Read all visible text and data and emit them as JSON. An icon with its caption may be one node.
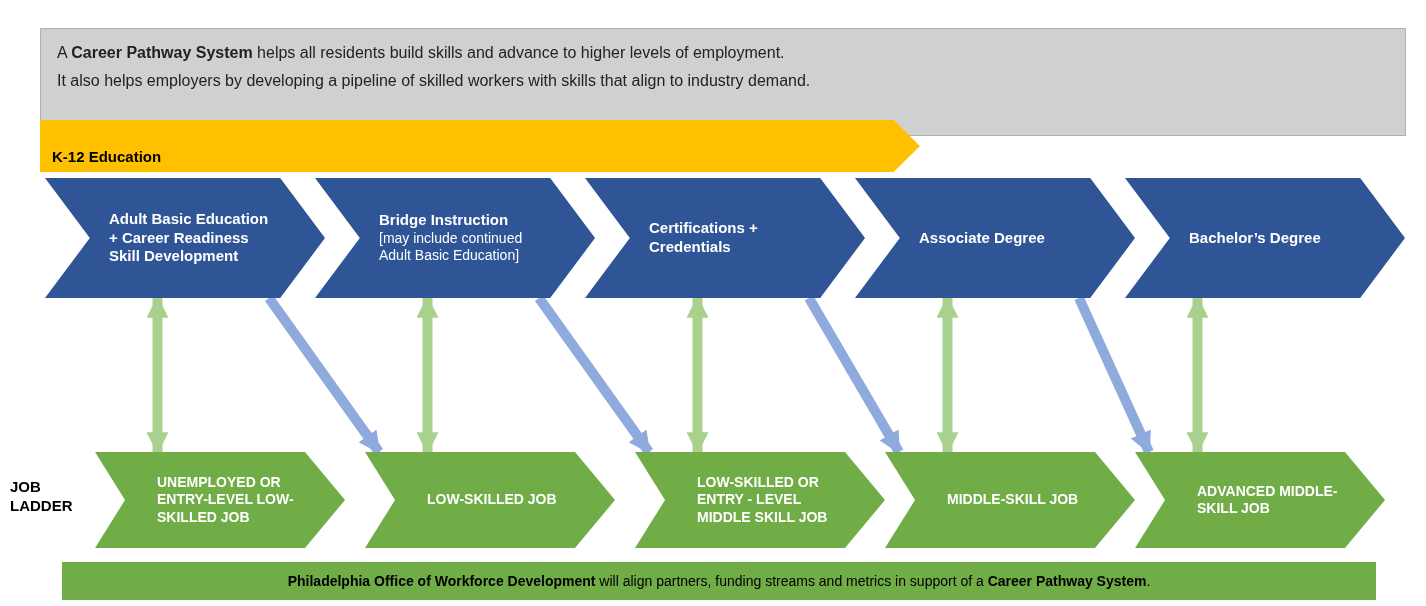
{
  "diagram": {
    "nodes": [
      {
        "text": [
          "A **Career Pathway System** helps all residents build skills and advance to higher levels of employment.",
          "It also helps employers by developing a pipeline of skilled workers with skills that align to industry demand."
        ]
      },
      {
        "text": [
          "K-12 Education"
        ]
      },
      {
        "text": [
          "Adult Basic Education + Career Readiness Skill Development"
        ]
      },
      {
        "text": [
          "Bridge Instruction",
          "[may include continued Adult Basic Education]"
        ]
      },
      {
        "text": [
          "Certifications + Credentials"
        ]
      },
      {
        "text": [
          "Associate Degree"
        ]
      },
      {
        "text": [
          "Bachelor’s Degree"
        ]
      },
      {
        "text": [
          "UNEMPLOYED OR ENTRY-LEVEL LOW-SKILLED JOB"
        ]
      },
      {
        "text": [
          "LOW-SKILLED JOB"
        ]
      },
      {
        "text": [
          "LOW-SKILLED OR ENTRY - LEVEL MIDDLE SKILL JOB"
        ]
      },
      {
        "text": [
          "MIDDLE-SKILL JOB"
        ]
      },
      {
        "text": [
          "ADVANCED MIDDLE-SKILL JOB"
        ]
      },
      {
        "text": [
          "**Philadelphia Office of Workforce Development** will align partners, funding streams and metrics in support of a **Career Pathway System**."
        ]
      }
    ],
    "edges": [
      {
        "from": 2,
        "to": 7,
        "arrow": "both"
      },
      {
        "from": 3,
        "to": 8,
        "arrow": "both"
      },
      {
        "from": 4,
        "to": 9,
        "arrow": "both"
      },
      {
        "from": 5,
        "to": 10,
        "arrow": "both"
      },
      {
        "from": 6,
        "to": 11,
        "arrow": "both"
      },
      {
        "from": 2,
        "to": 8,
        "arrow": "to",
        "color": "#8faadc"
      },
      {
        "from": 3,
        "to": 9,
        "arrow": "to",
        "color": "#8faadc"
      },
      {
        "from": 4,
        "to": 10,
        "arrow": "to",
        "color": "#8faadc"
      },
      {
        "from": 5,
        "to": 11,
        "arrow": "to",
        "color": "#8faadc"
      }
    ],
    "labels": [
      "JOB LADDER"
    ]
  }
}
